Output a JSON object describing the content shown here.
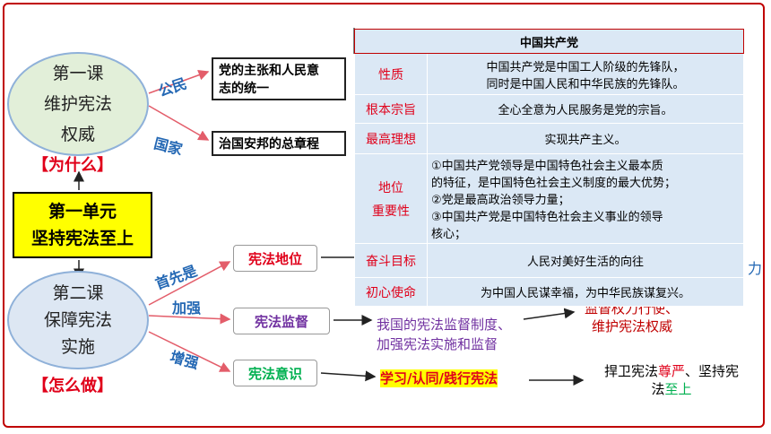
{
  "lesson1": {
    "line1": "第一课",
    "line2": "维护宪法",
    "line3": "权威",
    "why": "【为什么】"
  },
  "unit": {
    "line1": "第一单元",
    "line2": "坚持宪法至上"
  },
  "lesson2": {
    "line1": "第二课",
    "line2": "保障宪法",
    "line3": "实施",
    "how": "【怎么做】"
  },
  "top_branch": {
    "label_citizen": "公民",
    "label_state": "国家",
    "box1_line1": "党的主张和人民意",
    "box1_line2": "志的统一",
    "box2": "治国安邦的总章程"
  },
  "bottom_branch": {
    "label1": "首先是",
    "label2": "加强",
    "label3": "增强",
    "status": "宪法地位",
    "supervision": "宪法监督",
    "awareness": "宪法意识",
    "supervision_note_line1": "我国的宪法监督制度、",
    "supervision_note_line2": "加强宪法实施和监督",
    "power_partial1": "监督权力行使、",
    "power_partial2": "维护宪法权威",
    "awareness_note": "学习/认同/践行宪法",
    "defend_prefix": "捍卫宪法",
    "defend_red": "尊严",
    "defend_mid": "、坚持宪",
    "defend_fa": "法",
    "defend_green": "至上",
    "edge_char": "力"
  },
  "party_table": {
    "title": "中国共产党",
    "rows": [
      {
        "key": "性质",
        "value_lines": [
          "中国共产党是中国工人阶级的先锋队，",
          "同时是中国人民和中华民族的先锋队。"
        ]
      },
      {
        "key": "根本宗旨",
        "value_lines": [
          "全心全意为人民服务是党的宗旨。"
        ]
      },
      {
        "key": "最高理想",
        "value_lines": [
          "实现共产主义。"
        ]
      },
      {
        "key": "地位",
        "key2": "重要性",
        "value_lines": [
          "①中国共产党领导是中国特色社会主义最本质",
          "的特征，是中国特色社会主义制度的最大优势；",
          "②党是最高政治领导力量；",
          "③中国共产党是中国特色社会主义事业的领导",
          "核心；"
        ]
      },
      {
        "key": "奋斗目标",
        "value_lines": [
          "人民对美好生活的向往"
        ]
      },
      {
        "key": "初心使命",
        "value_lines": [
          "为中国人民谋幸福，为中华民族谋复兴。"
        ]
      }
    ]
  },
  "colors": {
    "red": "#e0001a",
    "blue": "#2468b4",
    "purple": "#7030a0",
    "green": "#00b050",
    "yellow": "#ffff00"
  }
}
